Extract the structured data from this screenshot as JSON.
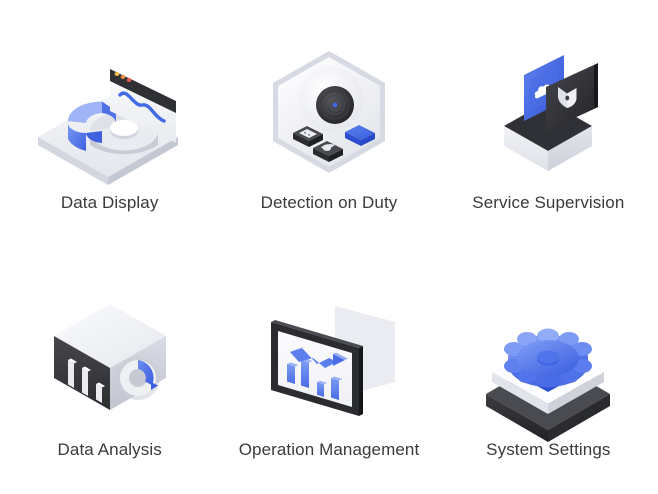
{
  "page": {
    "background_color": "#ffffff",
    "label_color": "#3a3a3c",
    "accent_blue": "#4169e8",
    "accent_blue_light": "#6c8cf0",
    "dark": "#2f3033",
    "light_gray": "#e8eaee",
    "columns": 3,
    "rows": 2
  },
  "icons": [
    {
      "id": "data-display",
      "label": "Data Display",
      "art_name": "data-display-isometric-icon",
      "elements": [
        "platform",
        "donut-chart",
        "blue-segment",
        "browser-window",
        "wave-line",
        "traffic-light-dots"
      ]
    },
    {
      "id": "detection-on-duty",
      "label": "Detection on Duty",
      "art_name": "detection-on-duty-isometric-icon",
      "elements": [
        "hexagon-plate",
        "camera-lens",
        "sensor-button",
        "dial-button",
        "blue-button"
      ]
    },
    {
      "id": "service-supervision",
      "label": "Service Supervision",
      "art_name": "service-supervision-isometric-icon",
      "elements": [
        "open-box",
        "blue-cloud-card",
        "dark-shield-card"
      ]
    },
    {
      "id": "data-analysis",
      "label": "Data Analysis",
      "art_name": "data-analysis-isometric-icon",
      "elements": [
        "cube",
        "bar-chart-face",
        "donut-chart-face",
        "blue-arc"
      ]
    },
    {
      "id": "operation-management",
      "label": "Operation Management",
      "art_name": "operation-management-isometric-icon",
      "elements": [
        "screen-frame",
        "ghost-panel",
        "bar-chart",
        "trend-arrow"
      ]
    },
    {
      "id": "system-settings",
      "label": "System Settings",
      "art_name": "system-settings-isometric-icon",
      "elements": [
        "dark-slab",
        "white-slab",
        "blue-gear"
      ]
    }
  ]
}
